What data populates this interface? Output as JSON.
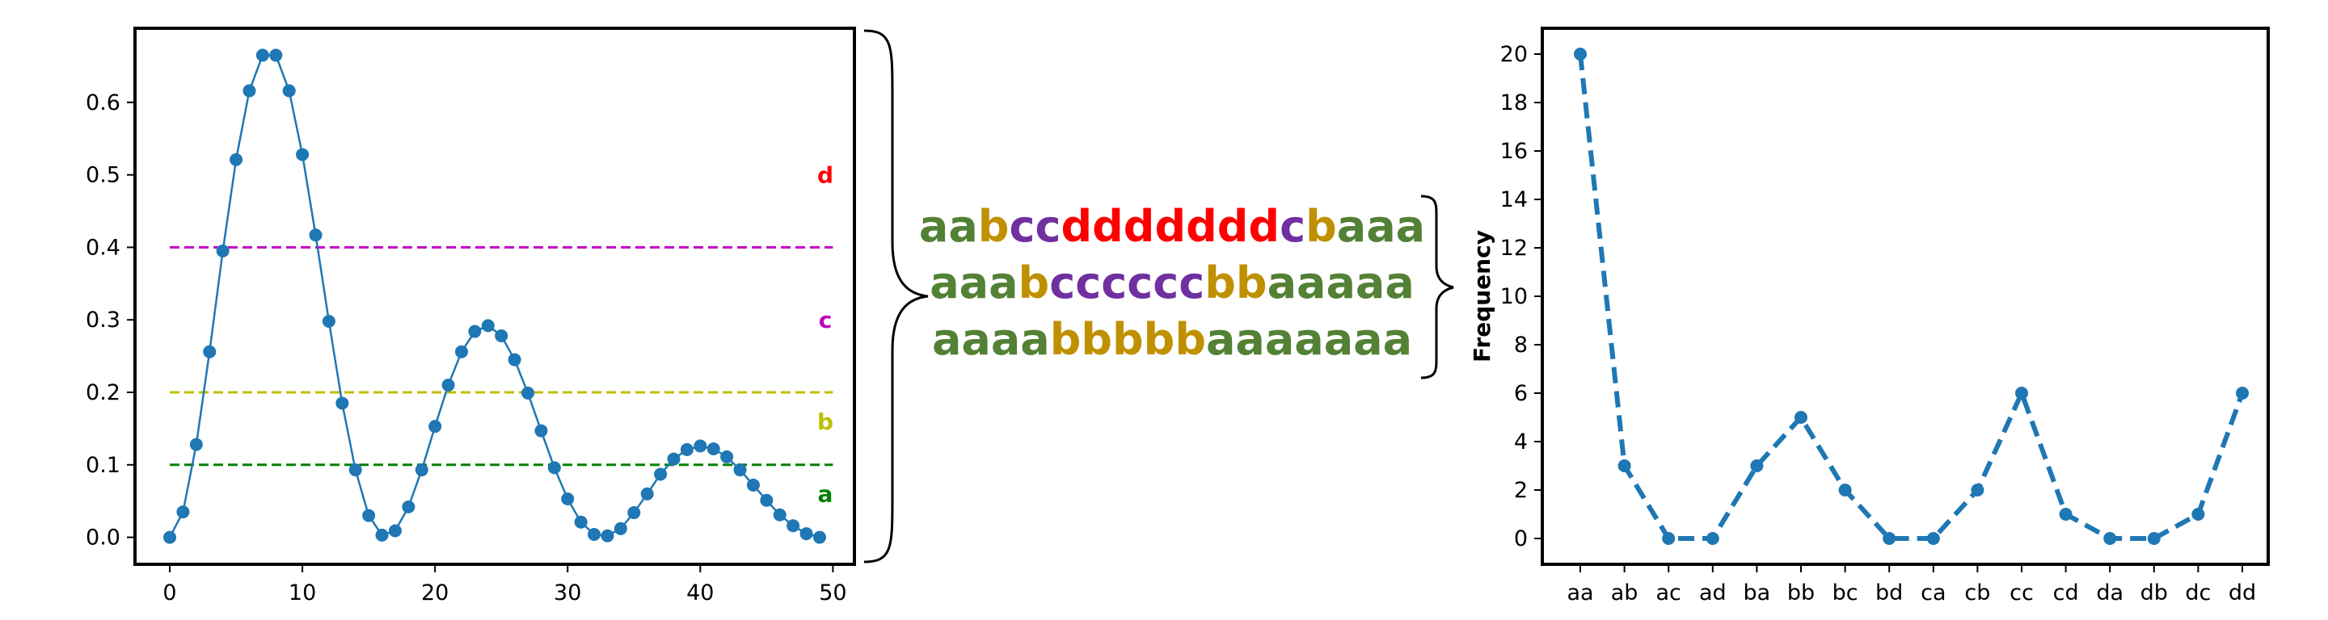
{
  "chart_data": [
    {
      "type": "line",
      "x": [
        0,
        1,
        2,
        3,
        4,
        5,
        6,
        7,
        8,
        9,
        10,
        11,
        12,
        13,
        14,
        15,
        16,
        17,
        18,
        19,
        20,
        21,
        22,
        23,
        24,
        25,
        26,
        27,
        28,
        29,
        30,
        31,
        32,
        33,
        34,
        35,
        36,
        37,
        38,
        39,
        40,
        41,
        42,
        43,
        44,
        45,
        46,
        47,
        48,
        49
      ],
      "series": [
        {
          "values": [
            0.0,
            0.035,
            0.128,
            0.256,
            0.395,
            0.521,
            0.616,
            0.665,
            0.665,
            0.616,
            0.528,
            0.417,
            0.298,
            0.185,
            0.093,
            0.03,
            0.003,
            0.009,
            0.042,
            0.093,
            0.153,
            0.21,
            0.256,
            0.284,
            0.292,
            0.278,
            0.245,
            0.199,
            0.147,
            0.096,
            0.053,
            0.021,
            0.004,
            0.002,
            0.012,
            0.034,
            0.06,
            0.087,
            0.108,
            0.121,
            0.126,
            0.122,
            0.111,
            0.093,
            0.072,
            0.051,
            0.031,
            0.016,
            0.005,
            0.0
          ]
        }
      ],
      "thresholds": [
        {
          "value": 0.1,
          "color": "#008000",
          "style": "dashed"
        },
        {
          "value": 0.2,
          "color": "#bfbf00",
          "style": "dashed"
        },
        {
          "value": 0.4,
          "color": "#bf00bf",
          "style": "dashed"
        }
      ],
      "level_labels": [
        {
          "label": "a",
          "color": "#008000",
          "y": 0.06
        },
        {
          "label": "b",
          "color": "#bfbf00",
          "y": 0.16
        },
        {
          "label": "c",
          "color": "#bf00bf",
          "y": 0.3
        },
        {
          "label": "d",
          "color": "#ff0000",
          "y": 0.5
        }
      ],
      "xlim": [
        -2.5,
        51.5
      ],
      "ylim": [
        -0.035,
        0.7
      ],
      "xticks": [
        0,
        10,
        20,
        30,
        40,
        50
      ],
      "yticks": [
        0.0,
        0.1,
        0.2,
        0.3,
        0.4,
        0.5,
        0.6
      ],
      "ytick_labels": [
        "0.0",
        "0.1",
        "0.2",
        "0.3",
        "0.4",
        "0.5",
        "0.6"
      ],
      "line_color": "#1f77b4",
      "grid": false
    },
    {
      "type": "line",
      "categories": [
        "aa",
        "ab",
        "ac",
        "ad",
        "ba",
        "bb",
        "bc",
        "bd",
        "ca",
        "cb",
        "cc",
        "cd",
        "da",
        "db",
        "dc",
        "dd"
      ],
      "series": [
        {
          "values": [
            20,
            3,
            0,
            0,
            3,
            5,
            2,
            0,
            0,
            2,
            6,
            1,
            0,
            0,
            1,
            6
          ]
        }
      ],
      "ylabel": "Frequency",
      "ylim": [
        -1,
        21
      ],
      "yticks": [
        0,
        2,
        4,
        6,
        8,
        10,
        12,
        14,
        16,
        18,
        20
      ],
      "line_style": "dashed",
      "line_color": "#1f77b4",
      "grid": false
    }
  ],
  "sequences": [
    [
      {
        "t": "aa",
        "c": "a"
      },
      {
        "t": "b",
        "c": "b"
      },
      {
        "t": "cc",
        "c": "c"
      },
      {
        "t": "ddddddd",
        "c": "d"
      },
      {
        "t": "c",
        "c": "c"
      },
      {
        "t": "b",
        "c": "b"
      },
      {
        "t": "aaa",
        "c": "a"
      }
    ],
    [
      {
        "t": "aaa",
        "c": "a"
      },
      {
        "t": "b",
        "c": "b"
      },
      {
        "t": "cccccc",
        "c": "c"
      },
      {
        "t": "bb",
        "c": "b"
      },
      {
        "t": "aaaaa",
        "c": "a"
      }
    ],
    [
      {
        "t": "aaaa",
        "c": "a"
      },
      {
        "t": "bbbbb",
        "c": "b"
      },
      {
        "t": "aaaaaaa",
        "c": "a"
      }
    ]
  ],
  "symbol_colors": {
    "a": "#538135",
    "b": "#bf9000",
    "c": "#7030a0",
    "d": "#ff0000"
  }
}
